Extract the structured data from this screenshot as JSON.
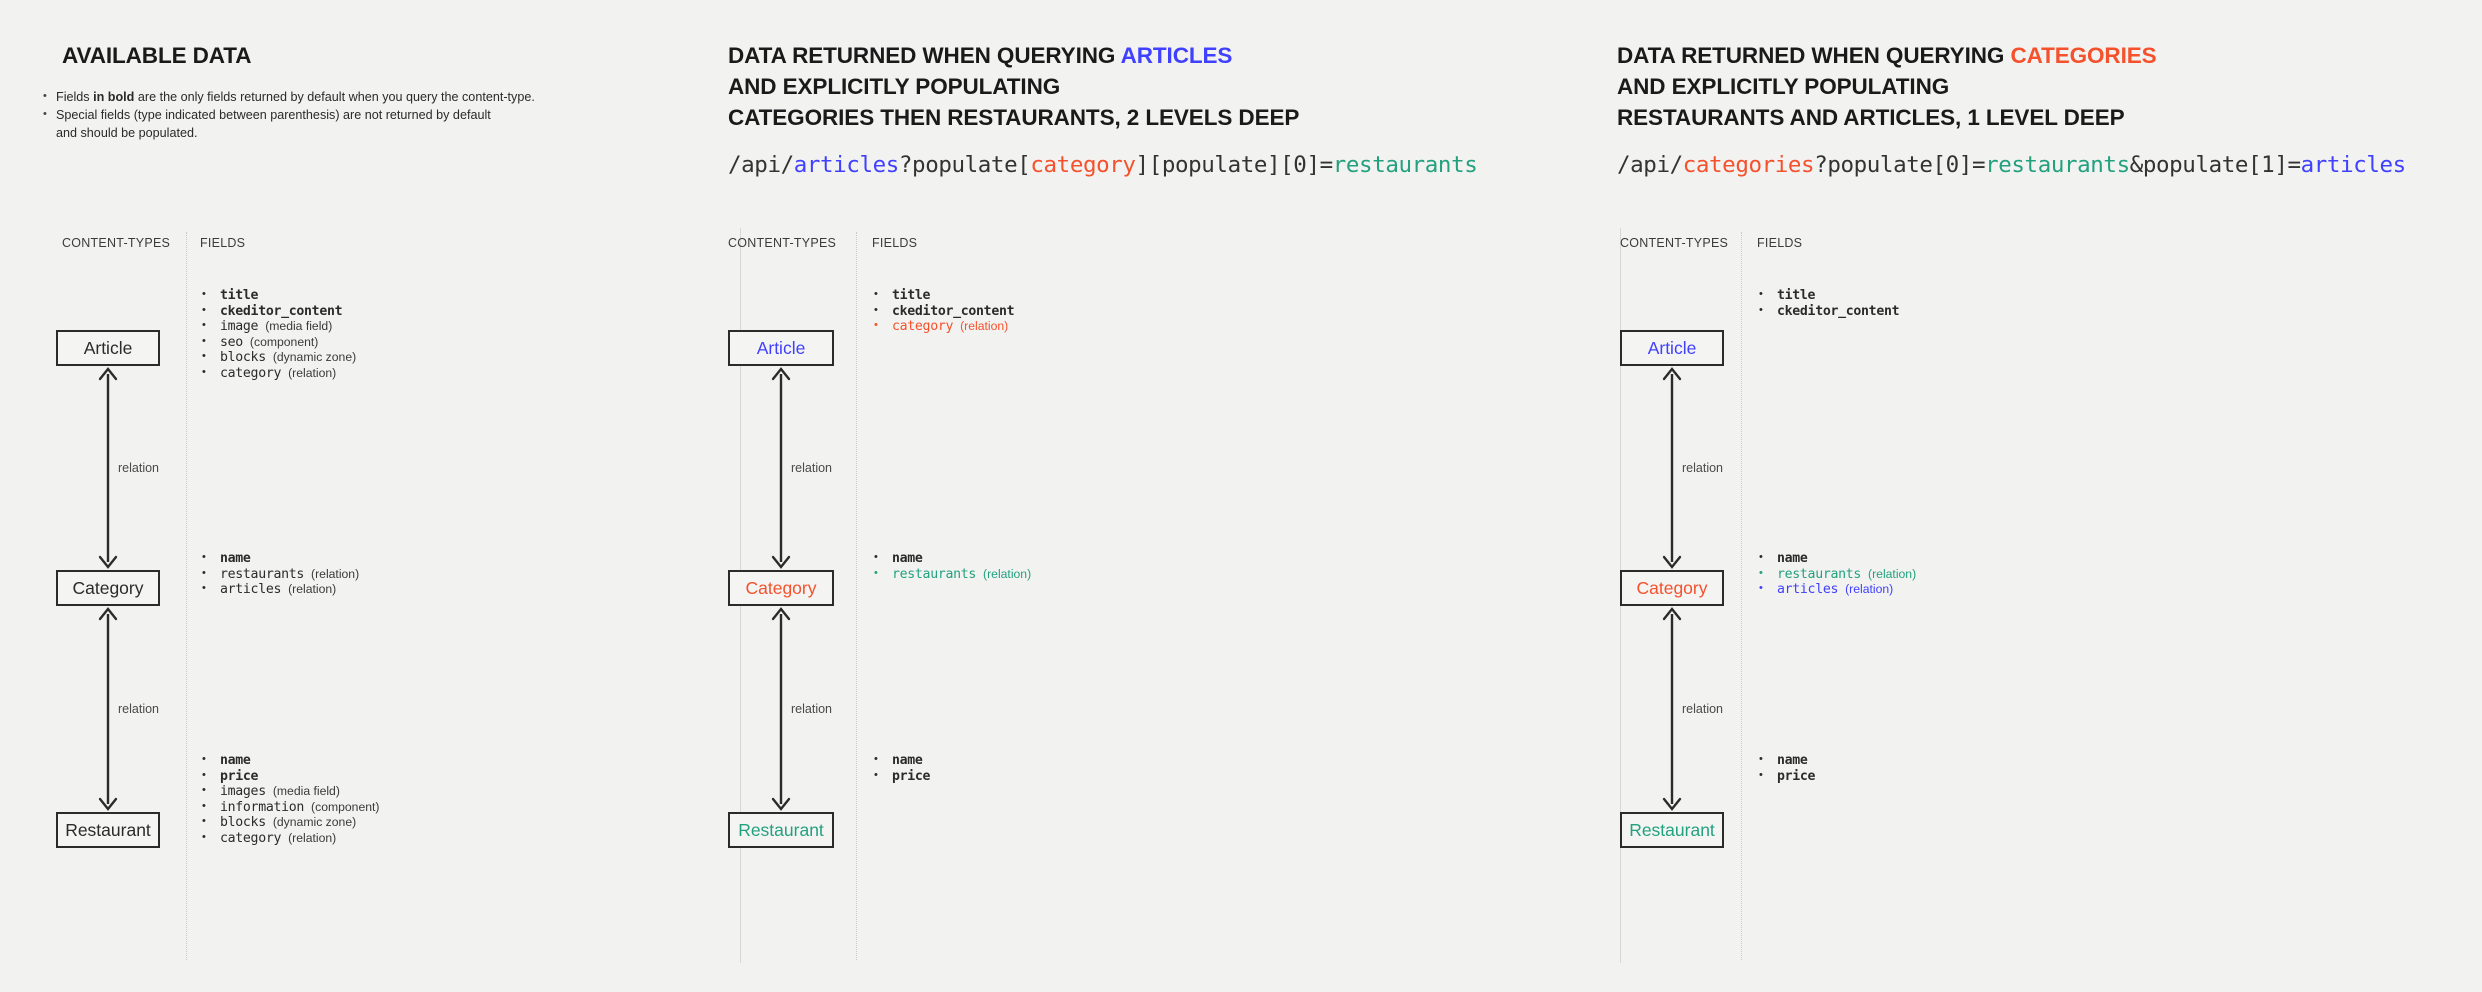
{
  "panels": [
    {
      "id": "available-data",
      "heading_lines": [
        "AVAILABLE DATA"
      ],
      "notes": [
        {
          "pre": "Fields ",
          "bold": "in bold",
          "post": " are the only fields returned by default when you query the content-type."
        },
        {
          "pre": "Special fields (type indicated between parenthesis) are not returned by default",
          "bold": "",
          "post": "",
          "cont": "and should be populated."
        }
      ],
      "col_labels": {
        "content_types": "CONTENT-TYPES",
        "fields": "FIELDS"
      },
      "nodes": [
        {
          "name": "Article",
          "color": "default"
        },
        {
          "name": "Category",
          "color": "default"
        },
        {
          "name": "Restaurant",
          "color": "default"
        }
      ],
      "relations": [
        {
          "label": "relation",
          "from": "Article",
          "to": "Category"
        },
        {
          "label": "relation",
          "from": "Category",
          "to": "Restaurant"
        }
      ],
      "field_groups": [
        {
          "owner": "Article",
          "fields": [
            {
              "name": "title",
              "type": "",
              "bold": true,
              "color": "default"
            },
            {
              "name": "ckeditor_content",
              "type": "",
              "bold": true,
              "color": "default"
            },
            {
              "name": "image",
              "type": "(media field)",
              "bold": false,
              "color": "default"
            },
            {
              "name": "seo",
              "type": "(component)",
              "bold": false,
              "color": "default"
            },
            {
              "name": "blocks",
              "type": "(dynamic zone)",
              "bold": false,
              "color": "default"
            },
            {
              "name": "category",
              "type": "(relation)",
              "bold": false,
              "color": "default"
            }
          ]
        },
        {
          "owner": "Category",
          "fields": [
            {
              "name": "name",
              "type": "",
              "bold": true,
              "color": "default"
            },
            {
              "name": "restaurants",
              "type": "(relation)",
              "bold": false,
              "color": "default"
            },
            {
              "name": "articles",
              "type": "(relation)",
              "bold": false,
              "color": "default"
            }
          ]
        },
        {
          "owner": "Restaurant",
          "fields": [
            {
              "name": "name",
              "type": "",
              "bold": true,
              "color": "default"
            },
            {
              "name": "price",
              "type": "",
              "bold": true,
              "color": "default"
            },
            {
              "name": "images",
              "type": "(media field)",
              "bold": false,
              "color": "default"
            },
            {
              "name": "information",
              "type": "(component)",
              "bold": false,
              "color": "default"
            },
            {
              "name": "blocks",
              "type": "(dynamic zone)",
              "bold": false,
              "color": "default"
            },
            {
              "name": "category",
              "type": "(relation)",
              "bold": false,
              "color": "default"
            }
          ]
        }
      ]
    },
    {
      "id": "querying-articles",
      "heading_lines": [
        "DATA RETURNED WHEN QUERYING ",
        "AND EXPLICITLY POPULATING",
        "CATEGORIES THEN RESTAURANTS, 2 LEVELS DEEP"
      ],
      "heading_highlight": "ARTICLES",
      "heading_highlight_color": "blue",
      "url_tokens": [
        {
          "t": "/api/",
          "c": "plain"
        },
        {
          "t": "articles",
          "c": "blue"
        },
        {
          "t": "?populate[",
          "c": "plain"
        },
        {
          "t": "category",
          "c": "red"
        },
        {
          "t": "][populate][0]=",
          "c": "plain"
        },
        {
          "t": "restaurants",
          "c": "green"
        }
      ],
      "col_labels": {
        "content_types": "CONTENT-TYPES",
        "fields": "FIELDS"
      },
      "nodes": [
        {
          "name": "Article",
          "color": "blue"
        },
        {
          "name": "Category",
          "color": "red"
        },
        {
          "name": "Restaurant",
          "color": "green"
        }
      ],
      "relations": [
        {
          "label": "relation",
          "from": "Article",
          "to": "Category"
        },
        {
          "label": "relation",
          "from": "Category",
          "to": "Restaurant"
        }
      ],
      "field_groups": [
        {
          "owner": "Article",
          "fields": [
            {
              "name": "title",
              "type": "",
              "bold": true,
              "color": "default"
            },
            {
              "name": "ckeditor_content",
              "type": "",
              "bold": true,
              "color": "default"
            },
            {
              "name": "category",
              "type": "(relation)",
              "bold": false,
              "color": "red"
            }
          ]
        },
        {
          "owner": "Category",
          "fields": [
            {
              "name": "name",
              "type": "",
              "bold": true,
              "color": "default"
            },
            {
              "name": "restaurants",
              "type": "(relation)",
              "bold": false,
              "color": "green"
            }
          ]
        },
        {
          "owner": "Restaurant",
          "fields": [
            {
              "name": "name",
              "type": "",
              "bold": true,
              "color": "default"
            },
            {
              "name": "price",
              "type": "",
              "bold": true,
              "color": "default"
            }
          ]
        }
      ]
    },
    {
      "id": "querying-categories",
      "heading_lines": [
        "DATA RETURNED WHEN QUERYING ",
        "AND EXPLICITLY POPULATING",
        "RESTAURANTS AND ARTICLES, 1 LEVEL DEEP"
      ],
      "heading_highlight": "CATEGORIES",
      "heading_highlight_color": "red",
      "url_tokens": [
        {
          "t": "/api/",
          "c": "plain"
        },
        {
          "t": "categories",
          "c": "red"
        },
        {
          "t": "?populate[0]=",
          "c": "plain"
        },
        {
          "t": "restaurants",
          "c": "green"
        },
        {
          "t": "&populate[1]=",
          "c": "plain"
        },
        {
          "t": "articles",
          "c": "blue"
        }
      ],
      "col_labels": {
        "content_types": "CONTENT-TYPES",
        "fields": "FIELDS"
      },
      "nodes": [
        {
          "name": "Article",
          "color": "blue"
        },
        {
          "name": "Category",
          "color": "red"
        },
        {
          "name": "Restaurant",
          "color": "green"
        }
      ],
      "relations": [
        {
          "label": "relation",
          "from": "Article",
          "to": "Category"
        },
        {
          "label": "relation",
          "from": "Category",
          "to": "Restaurant"
        }
      ],
      "field_groups": [
        {
          "owner": "Article",
          "fields": [
            {
              "name": "title",
              "type": "",
              "bold": true,
              "color": "default"
            },
            {
              "name": "ckeditor_content",
              "type": "",
              "bold": true,
              "color": "default"
            }
          ]
        },
        {
          "owner": "Category",
          "fields": [
            {
              "name": "name",
              "type": "",
              "bold": true,
              "color": "default"
            },
            {
              "name": "restaurants",
              "type": "(relation)",
              "bold": false,
              "color": "green"
            },
            {
              "name": "articles",
              "type": "(relation)",
              "bold": false,
              "color": "blue"
            }
          ]
        },
        {
          "owner": "Restaurant",
          "fields": [
            {
              "name": "name",
              "type": "",
              "bold": true,
              "color": "default"
            },
            {
              "name": "price",
              "type": "",
              "bold": true,
              "color": "default"
            }
          ]
        }
      ]
    }
  ],
  "colors": {
    "blue": "#4040ff",
    "red": "#f4512c",
    "green": "#23a17f",
    "ink": "#2b2b2b",
    "background": "#f2f2f1",
    "divider": "#c9c9c7"
  }
}
